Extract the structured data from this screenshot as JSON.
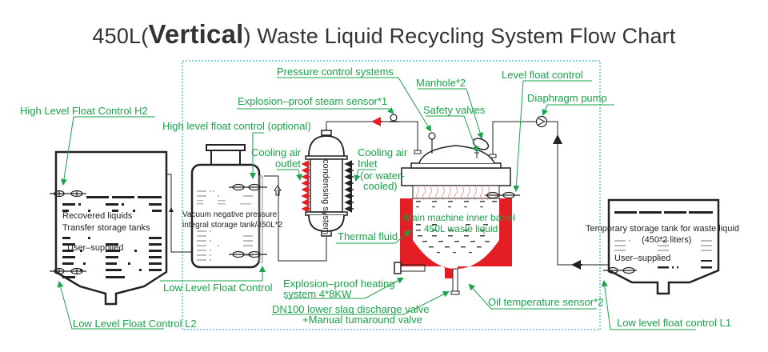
{
  "title": {
    "prefix": "450L(",
    "emphasis": "Vertical",
    "suffix": ") Waste Liquid Recycling System Flow Chart"
  },
  "colors": {
    "label_green": "#1aa34a",
    "thermal_fluid_red": "#e31e24",
    "outline_black": "#222222",
    "dashed_border_cyan": "#3fb0d0"
  },
  "labels": {
    "high_level_float_h2": "High Level Float Control H2",
    "low_level_float_l2": "Low Level Float Control L2",
    "high_level_float_optional": "High level float control (optional)",
    "low_level_float_control": "Low Level Float Control",
    "explosion_proof_steam_sensor": "Explosion–proof steam sensor*1",
    "pressure_control_systems": "Pressure control systems",
    "manhole": "Manhole*2",
    "safety_valves": "Safety valves",
    "level_float_control": "Level float control",
    "diaphragm_pump": "Diaphragm pump",
    "cooling_air_outlet_1": "Cooling air",
    "cooling_air_outlet_2": "outlet",
    "cooling_air_inlet_1": "Cooling air",
    "cooling_air_inlet_2": "Inlet",
    "cooling_air_inlet_3": "(or water-",
    "cooling_air_inlet_4": "cooled)",
    "thermal_fluid": "Thermal fluid",
    "heating_system_1": "Explosion–proof heating",
    "heating_system_2": "system 4*8KW",
    "slag_valve_1": "DN100 lower slag discharge valve",
    "slag_valve_2": "+Manual tumaround valve",
    "oil_temp_sensor": "Oil temperature sensor*2",
    "low_level_float_l1": "Low level float control L1"
  },
  "equipment": {
    "recovered_tank_line1": "Recovered liquids",
    "recovered_tank_line2": "Transfer storage tanks",
    "recovered_tank_line3": "User–supplied",
    "vacuum_tank_line1": "Vacuum negative pressure",
    "vacuum_tank_line2": "integral storage tank/450L*2",
    "condenser": "condensing system",
    "main_barrel_line1": "Main machine inner barrel",
    "main_barrel_line2": "450L waste liquid",
    "temp_tank_line1": "Temporary storage tank for waste liquid",
    "temp_tank_line2": "(450*2 liters)",
    "temp_tank_line3": "User–supplied"
  }
}
